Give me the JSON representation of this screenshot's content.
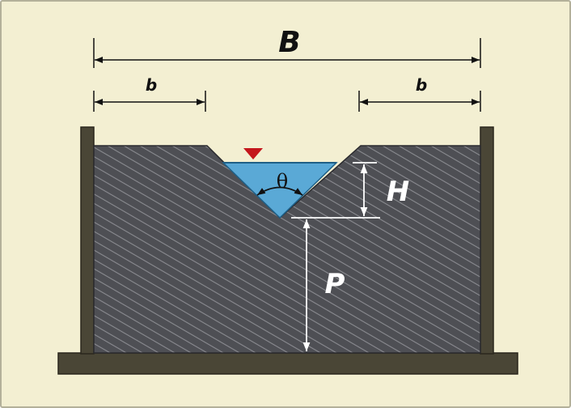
{
  "diagram": {
    "labels": {
      "overall_width": "B",
      "left_shoulder": "b",
      "right_shoulder": "b",
      "notch_angle": "θ",
      "head": "H",
      "weir_height": "P"
    },
    "colors": {
      "background": "#f3efd2",
      "frame_border": "#b3b09a",
      "weir_fill": "#4e4f54",
      "hatch": "#8a8b90",
      "water": "#5aa9d6",
      "water_edge": "#1f5f86",
      "posts": "#4a4636",
      "base": "#4a4636",
      "dimension_lines": "#111111",
      "white_lines": "#ffffff",
      "water_surface_marker": "#c4161c"
    },
    "icons": {
      "surface_marker": "water-surface-triangle-icon"
    }
  }
}
